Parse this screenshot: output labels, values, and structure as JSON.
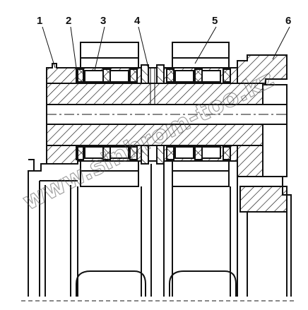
{
  "callouts": [
    {
      "label": "1"
    },
    {
      "label": "2"
    },
    {
      "label": "3"
    },
    {
      "label": "4"
    },
    {
      "label": "5"
    },
    {
      "label": "6"
    }
  ],
  "watermark": {
    "text": "www.sinhrom-too.kz"
  },
  "colors": {
    "ink": "#111111",
    "paper": "#ffffff"
  }
}
